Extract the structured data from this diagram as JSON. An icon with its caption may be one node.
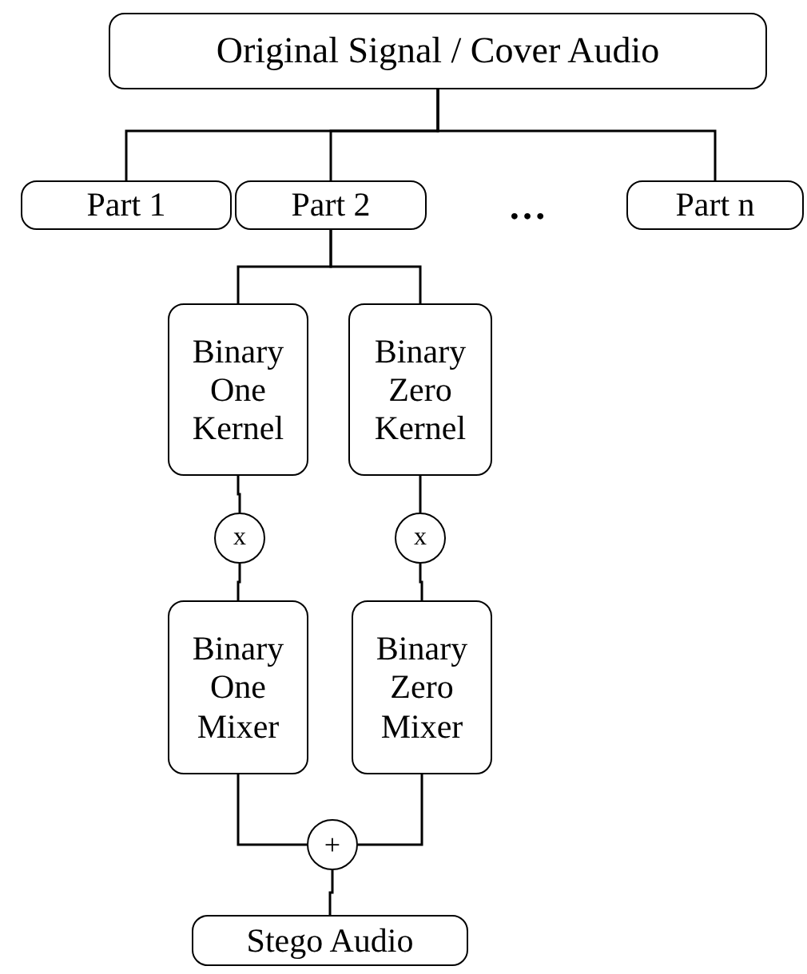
{
  "diagram": {
    "nodes": [
      {
        "text": [
          "Original Signal / Cover Audio"
        ]
      },
      {
        "text": [
          "Part 1"
        ]
      },
      {
        "text": [
          "Part 2"
        ]
      },
      {
        "text": [
          "Part n"
        ]
      },
      {
        "text": [
          "Binary One Kernel"
        ]
      },
      {
        "text": [
          "Binary Zero Kernel"
        ]
      },
      {
        "text": [
          "x"
        ]
      },
      {
        "text": [
          "x"
        ]
      },
      {
        "text": [
          "Binary One Mixer"
        ]
      },
      {
        "text": [
          "Binary Zero Mixer"
        ]
      },
      {
        "text": [
          "+"
        ]
      },
      {
        "text": [
          "Stego Audio"
        ]
      }
    ],
    "edges": [
      {
        "from": 0,
        "to": 1,
        "arrow": "none"
      },
      {
        "from": 0,
        "to": 2,
        "arrow": "none"
      },
      {
        "from": 0,
        "to": 3,
        "arrow": "none"
      },
      {
        "from": 2,
        "to": 4,
        "arrow": "none"
      },
      {
        "from": 2,
        "to": 5,
        "arrow": "none"
      },
      {
        "from": 4,
        "to": 6,
        "arrow": "none"
      },
      {
        "from": 6,
        "to": 8,
        "arrow": "none"
      },
      {
        "from": 5,
        "to": 7,
        "arrow": "none"
      },
      {
        "from": 7,
        "to": 9,
        "arrow": "none"
      },
      {
        "from": 8,
        "to": 10,
        "arrow": "none"
      },
      {
        "from": 9,
        "to": 10,
        "arrow": "none"
      },
      {
        "from": 10,
        "to": 11,
        "arrow": "none"
      }
    ],
    "labels": [
      "…"
    ]
  }
}
